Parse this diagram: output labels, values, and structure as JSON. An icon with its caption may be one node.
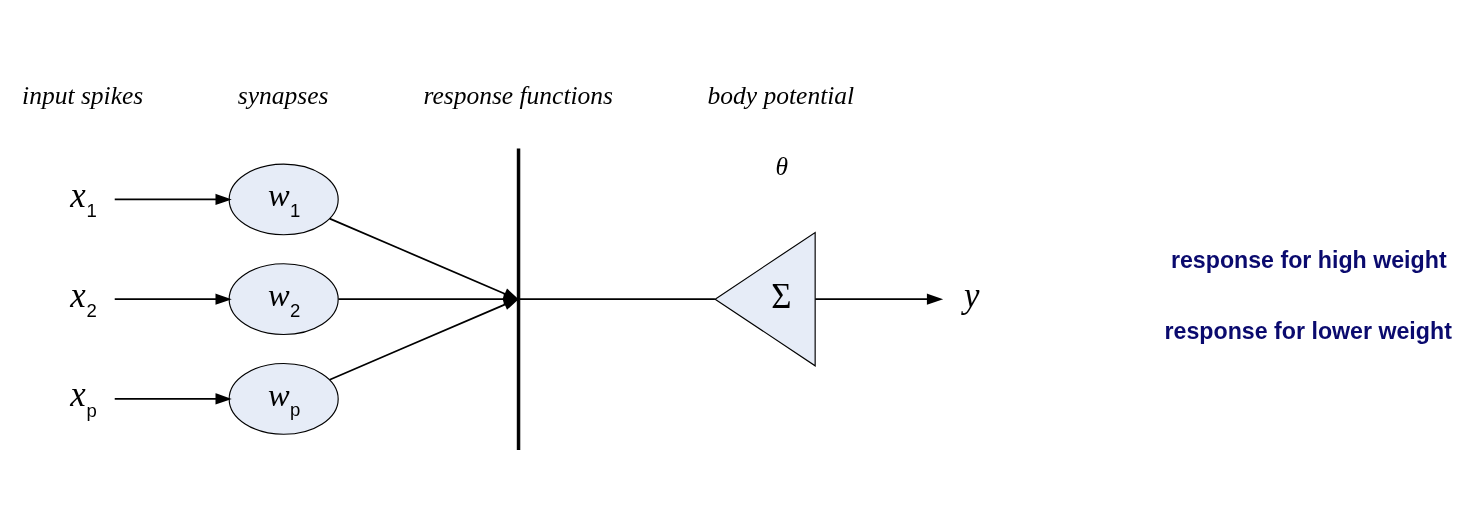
{
  "diagram": {
    "nodes": [
      {
        "text": [
          "x$_{1}$"
        ]
      },
      {
        "text": [
          "w$_{1}$"
        ]
      },
      {
        "text": [
          "x$_{2}$"
        ]
      },
      {
        "text": [
          "w$_{2}$"
        ]
      },
      {
        "text": [
          "x$_{p}$"
        ]
      },
      {
        "text": [
          "w$_{p}$"
        ]
      },
      {
        "text": [],
        "shape": "bar"
      },
      {
        "text": [
          "Σ"
        ]
      },
      {
        "text": [
          "y"
        ]
      }
    ],
    "edges": [
      {
        "from": 0,
        "to": 1,
        "arrow": "to"
      },
      {
        "from": 2,
        "to": 3,
        "arrow": "to"
      },
      {
        "from": 4,
        "to": 5,
        "arrow": "to"
      },
      {
        "from": 1,
        "to": 6,
        "arrow": "to"
      },
      {
        "from": 3,
        "to": 6,
        "arrow": "to"
      },
      {
        "from": 5,
        "to": 6,
        "arrow": "to"
      },
      {
        "from": 6,
        "to": 7,
        "arrow": "none"
      },
      {
        "from": 7,
        "to": 8,
        "arrow": "to"
      }
    ],
    "labels": [
      "input spikes",
      "synapses",
      "response functions",
      "body potential",
      "θ",
      "response for high weight",
      "response for lower weight"
    ]
  }
}
